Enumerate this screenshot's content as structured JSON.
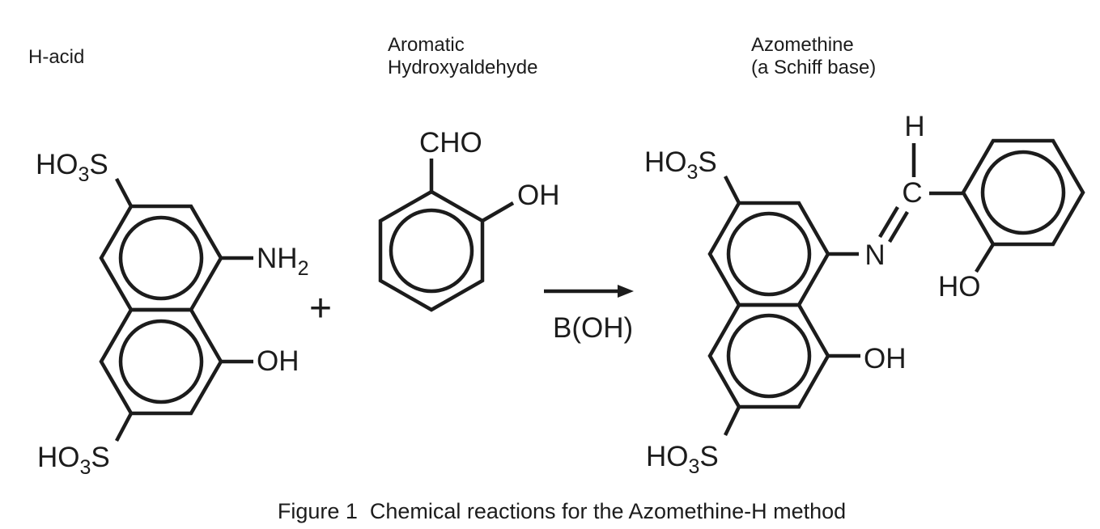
{
  "header": {
    "h_acid_label": "H-acid",
    "aldehyde_label_line1": "Aromatic",
    "aldehyde_label_line2": "Hydroxyaldehyde",
    "azomethine_label_line1": "Azomethine",
    "azomethine_label_line2": "(a Schiff base)"
  },
  "h_acid": {
    "so3h_top": {
      "pre": "HO",
      "sub": "3",
      "post": "S"
    },
    "amine": {
      "pre": "NH",
      "sub": "2"
    },
    "hydroxyl": "OH",
    "so3h_bottom": {
      "pre": "HO",
      "sub": "3",
      "post": "S"
    }
  },
  "aldehyde": {
    "cho": "CHO",
    "hydroxyl": "OH"
  },
  "reaction": {
    "plus": "+",
    "reagent": "B(OH)"
  },
  "azomethine": {
    "so3h_top": {
      "pre": "HO",
      "sub": "3",
      "post": "S"
    },
    "h": "H",
    "c": "C",
    "n": "N",
    "ho": "HO",
    "hydroxyl": "OH",
    "so3h_bottom": {
      "pre": "HO",
      "sub": "3",
      "post": "S"
    }
  },
  "caption": "Figure 1  Chemical reactions for the Azomethine-H method",
  "colors": {
    "ink": "#1c1c1c",
    "background": "#ffffff"
  }
}
